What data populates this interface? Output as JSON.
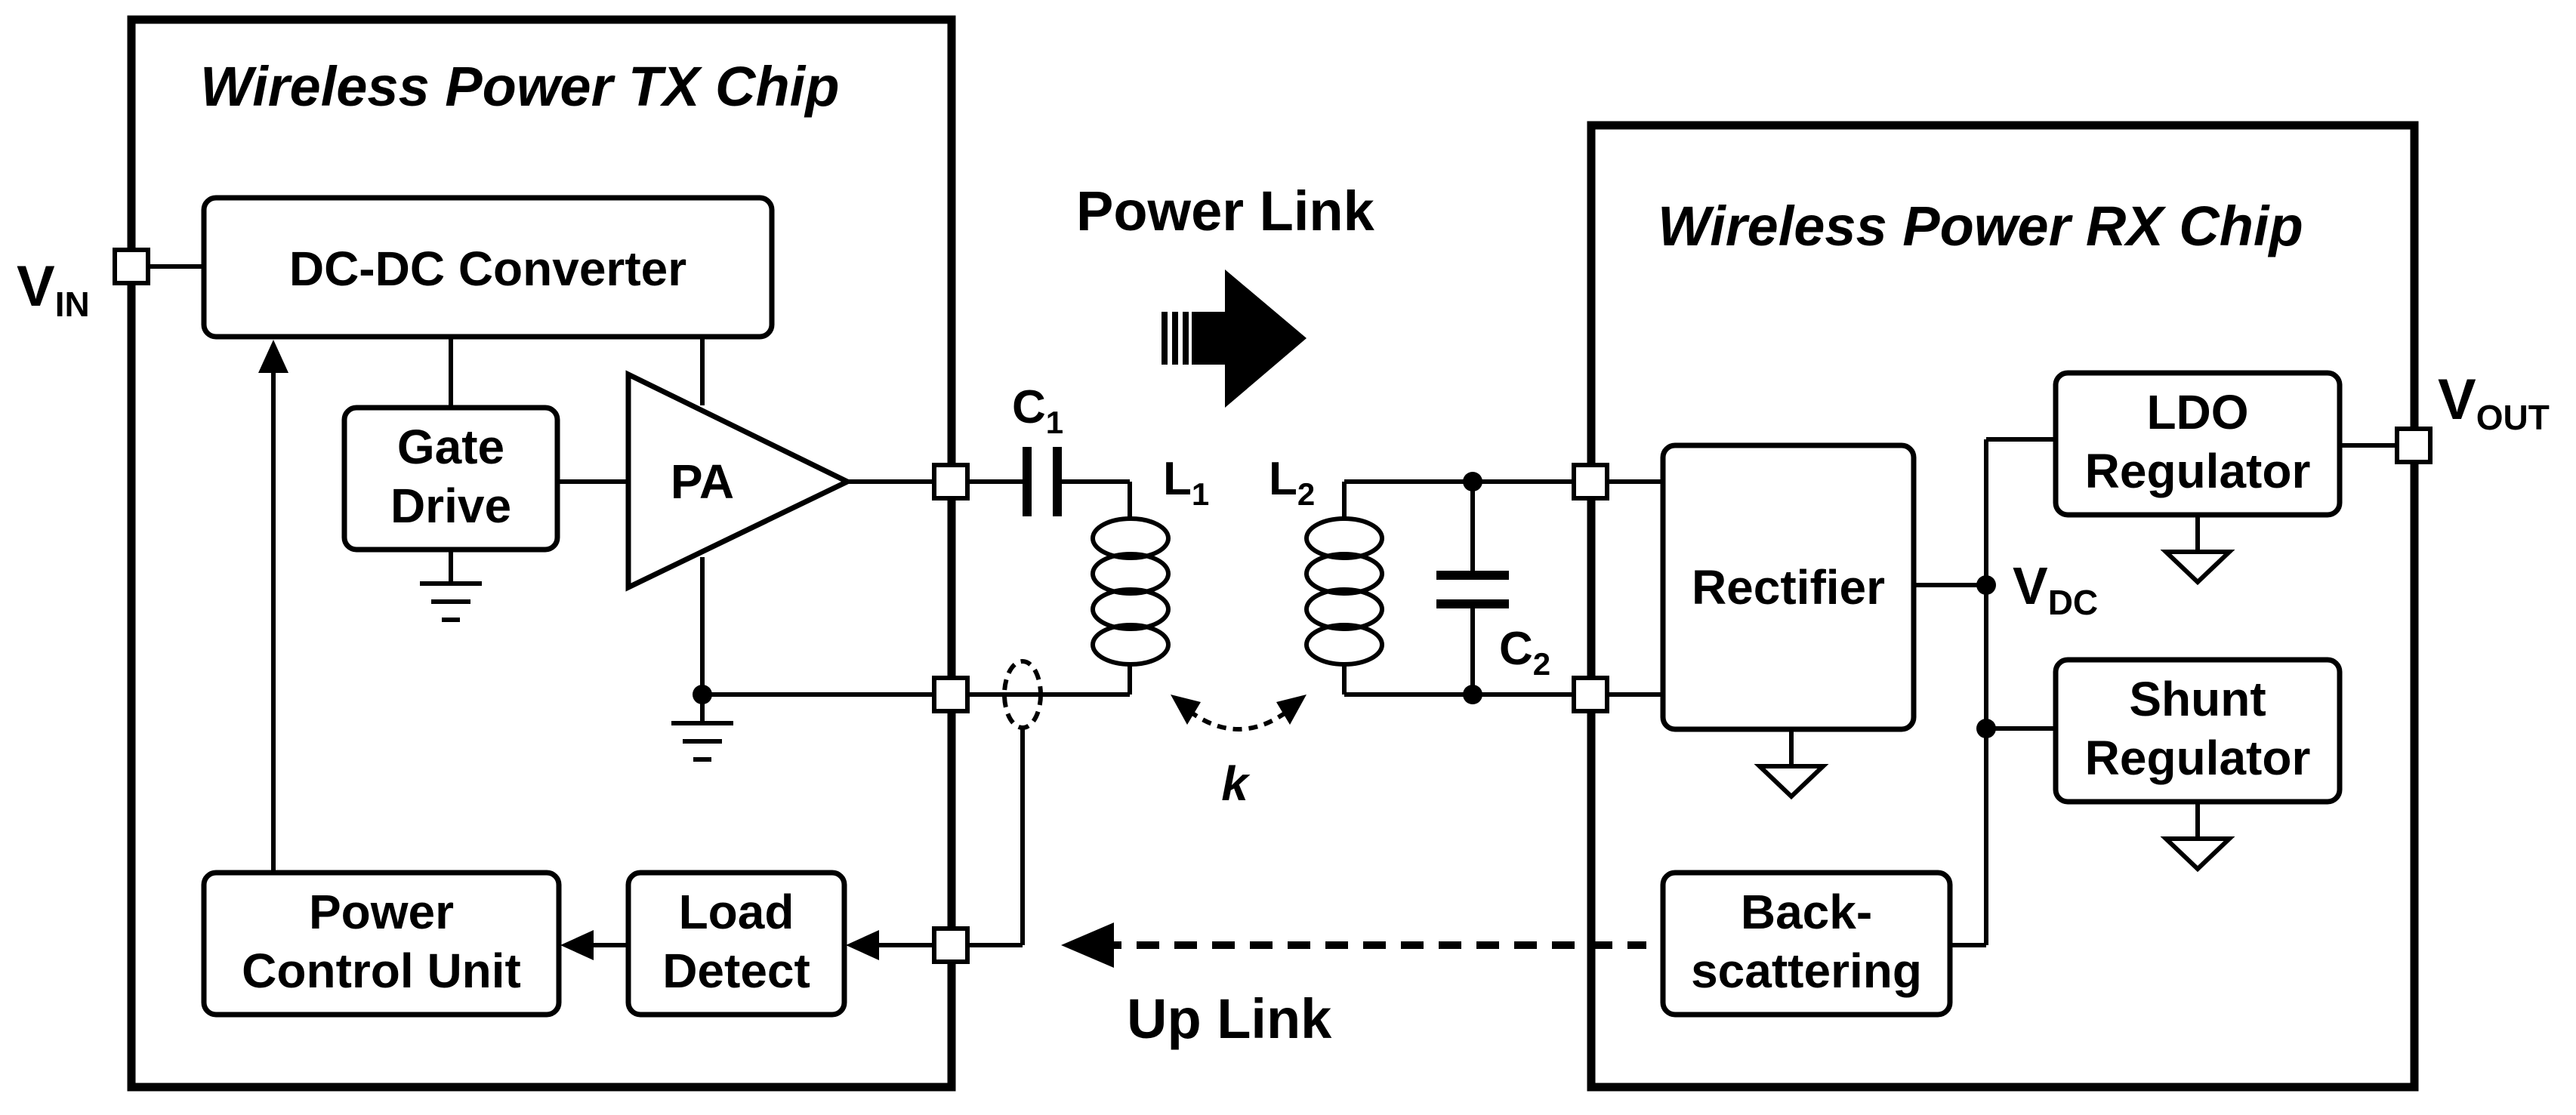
{
  "tx_chip": {
    "title": "Wireless Power TX Chip",
    "dcdc": "DC-DC Converter",
    "gate_drive": [
      "Gate",
      "Drive"
    ],
    "pa": "PA",
    "power_control_unit": [
      "Power",
      "Control Unit"
    ],
    "load_detect": [
      "Load",
      "Detect"
    ]
  },
  "rx_chip": {
    "title": "Wireless Power RX Chip",
    "rectifier": "Rectifier",
    "ldo_regulator": [
      "LDO",
      "Regulator"
    ],
    "shunt_regulator": [
      "Shunt",
      "Regulator"
    ],
    "backscattering": [
      "Back-",
      "scattering"
    ]
  },
  "labels": {
    "power_link": "Power Link",
    "up_link": "Up Link",
    "coupling": "k",
    "vin": {
      "main": "V",
      "sub": "IN"
    },
    "vout": {
      "main": "V",
      "sub": "OUT"
    },
    "vdc": {
      "main": "V",
      "sub": "DC"
    },
    "c1": {
      "main": "C",
      "sub": "1"
    },
    "l1": {
      "main": "L",
      "sub": "1"
    },
    "l2": {
      "main": "L",
      "sub": "2"
    },
    "c2": {
      "main": "C",
      "sub": "2"
    }
  }
}
